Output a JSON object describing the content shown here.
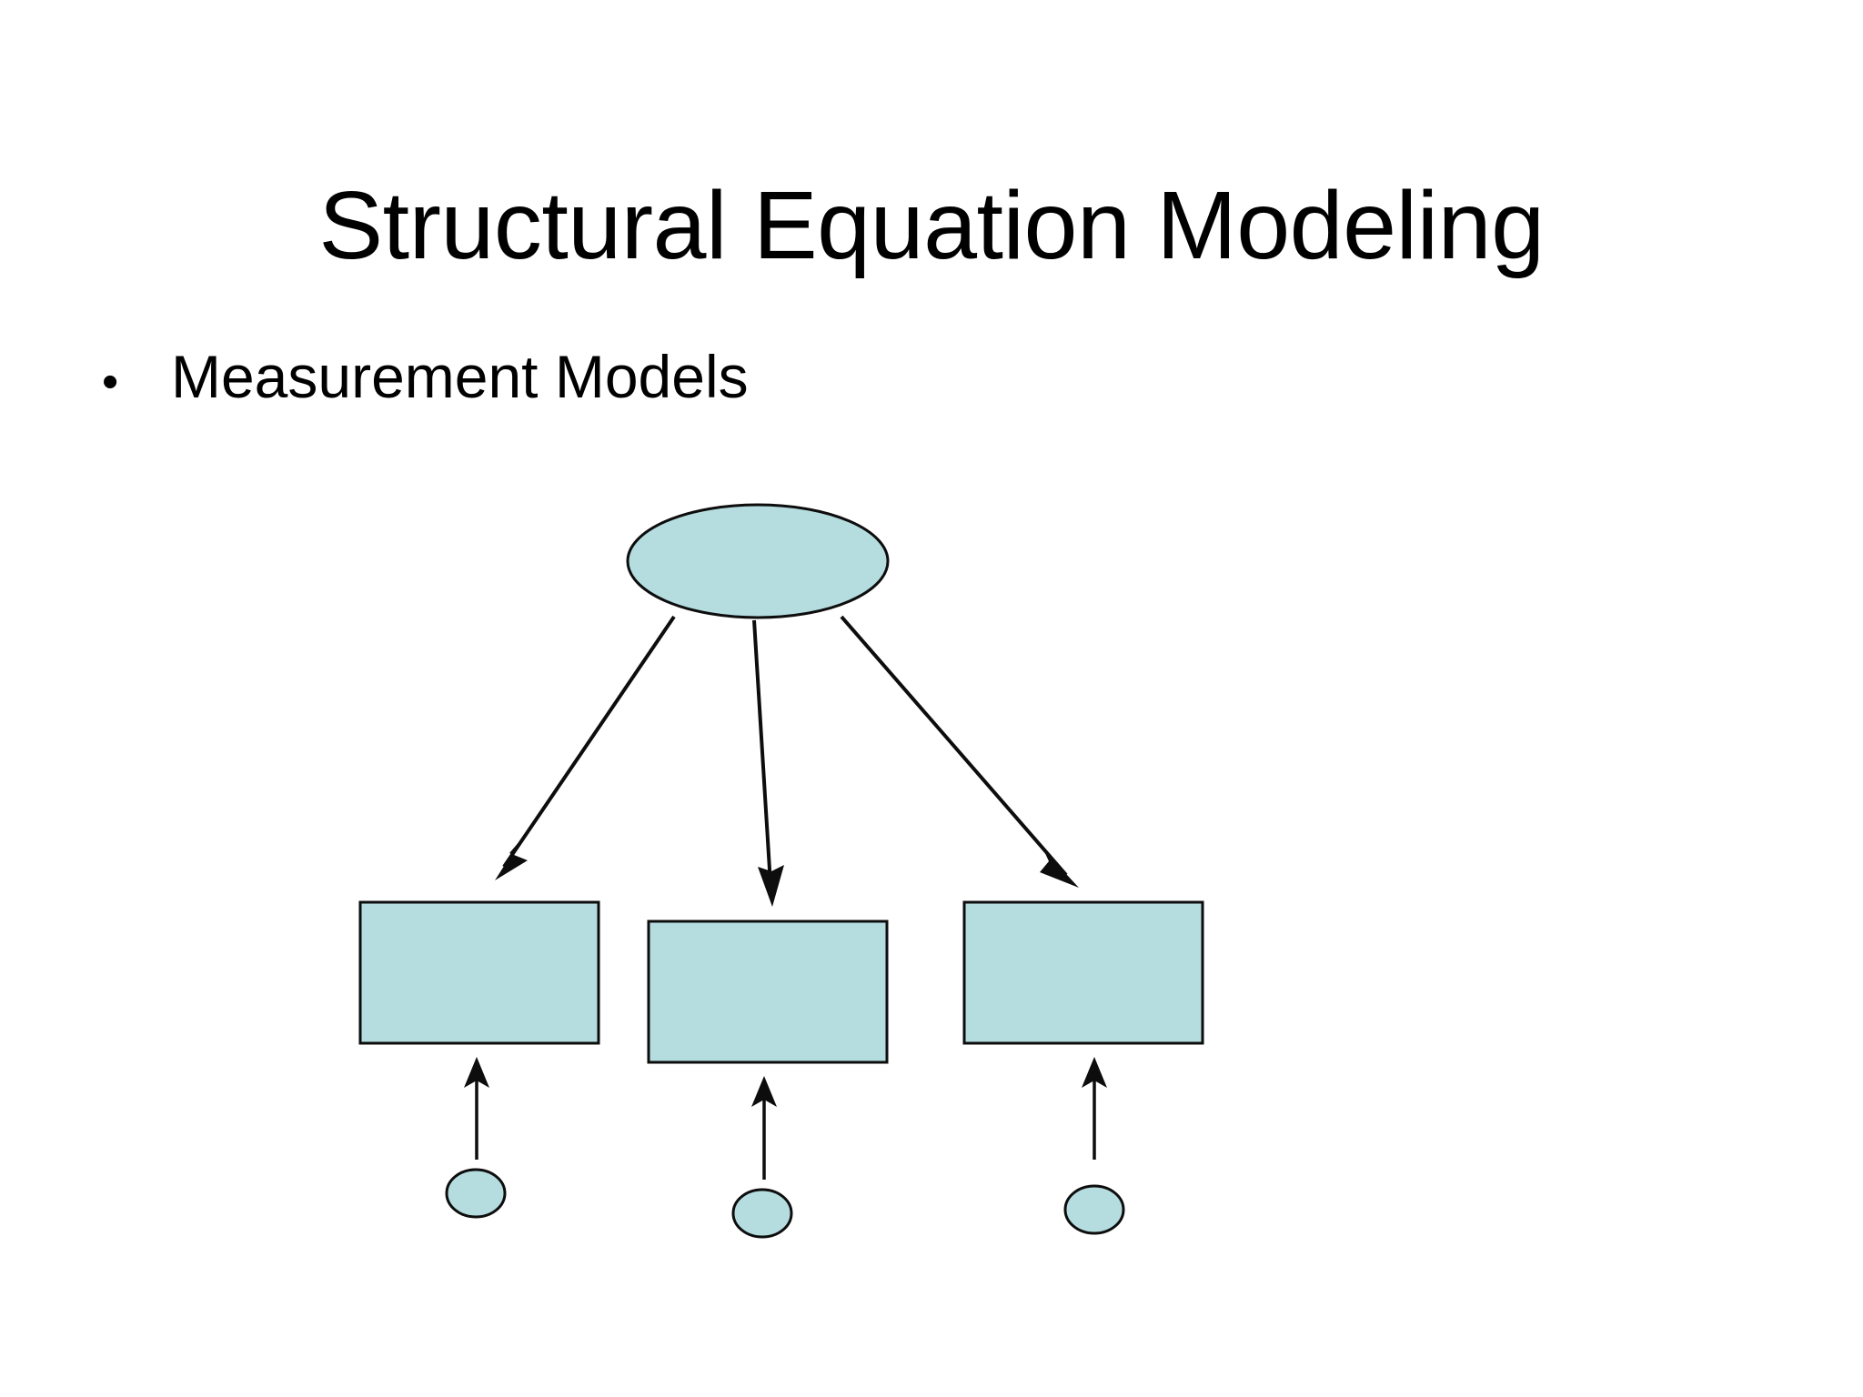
{
  "slide": {
    "title": "Structural Equation Modeling",
    "background_color": "#ffffff",
    "text_color": "#000000",
    "bullets": [
      {
        "glyph": "•",
        "text": "Measurement Models"
      }
    ]
  },
  "diagram": {
    "name": "measurement-model",
    "shape_fill_color": "#b5dde0",
    "shape_stroke_color": "#0d0d0d",
    "latent_factor": {
      "label": "",
      "shape": "ellipse"
    },
    "indicators": [
      {
        "label": "",
        "shape": "rectangle"
      },
      {
        "label": "",
        "shape": "rectangle"
      },
      {
        "label": "",
        "shape": "rectangle"
      }
    ],
    "errors": [
      {
        "label": "",
        "shape": "ellipse"
      },
      {
        "label": "",
        "shape": "ellipse"
      },
      {
        "label": "",
        "shape": "ellipse"
      }
    ],
    "loading_arrow_count": 3,
    "error_arrow_count": 3
  }
}
